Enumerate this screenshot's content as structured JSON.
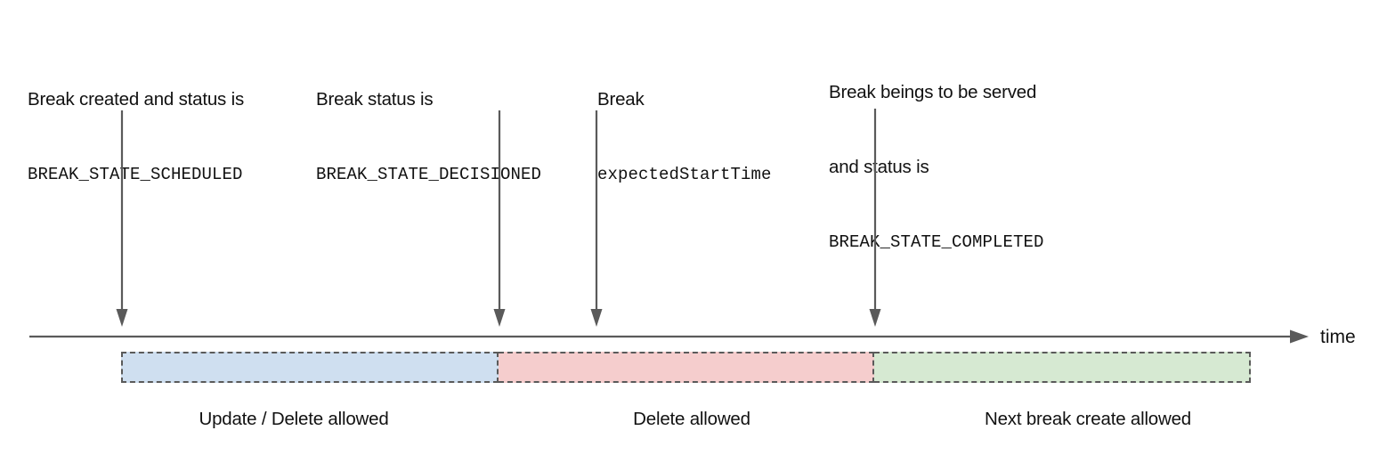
{
  "diagram": {
    "title": "Break lifecycle timeline",
    "axis": {
      "label": "time",
      "arrow_color": "#5a5a5a"
    },
    "annotations": [
      {
        "name": "scheduled",
        "lines": [
          {
            "text": "Break created and status is",
            "style": "plain"
          },
          {
            "text": "BREAK_STATE_SCHEDULED",
            "style": "mono"
          }
        ]
      },
      {
        "name": "decisioned",
        "lines": [
          {
            "text": "Break status is",
            "style": "plain"
          },
          {
            "text": "BREAK_STATE_DECISIONED",
            "style": "mono"
          }
        ]
      },
      {
        "name": "expected-start-time",
        "lines": [
          {
            "text": "Break",
            "style": "plain"
          },
          {
            "text": "expectedStartTime",
            "style": "mono"
          }
        ]
      },
      {
        "name": "completed",
        "lines": [
          {
            "text": "Break beings to be served",
            "style": "plain"
          },
          {
            "text": "and status is",
            "style": "plain"
          },
          {
            "text": "BREAK_STATE_COMPLETED",
            "style": "mono"
          }
        ]
      }
    ],
    "phases": [
      {
        "name": "update-delete",
        "caption": "Update / Delete allowed",
        "color": "#cfdff0"
      },
      {
        "name": "delete",
        "caption": "Delete allowed",
        "color": "#f5cdcd"
      },
      {
        "name": "next-break-create",
        "caption": "Next break create allowed",
        "color": "#d6e9d2"
      }
    ]
  }
}
